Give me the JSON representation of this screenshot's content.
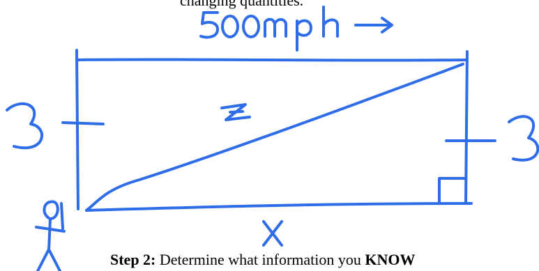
{
  "top_text": "changing quantities.",
  "labels": {
    "speed": "500mph",
    "height_left": "3",
    "height_right": "3",
    "hypotenuse": "z",
    "base": "x"
  },
  "step": {
    "prefix": "Step 2:",
    "middle": " Determine what information you ",
    "emphasis": "KNOW"
  },
  "colors": {
    "ink": "#2f6de8",
    "text": "#000000"
  }
}
